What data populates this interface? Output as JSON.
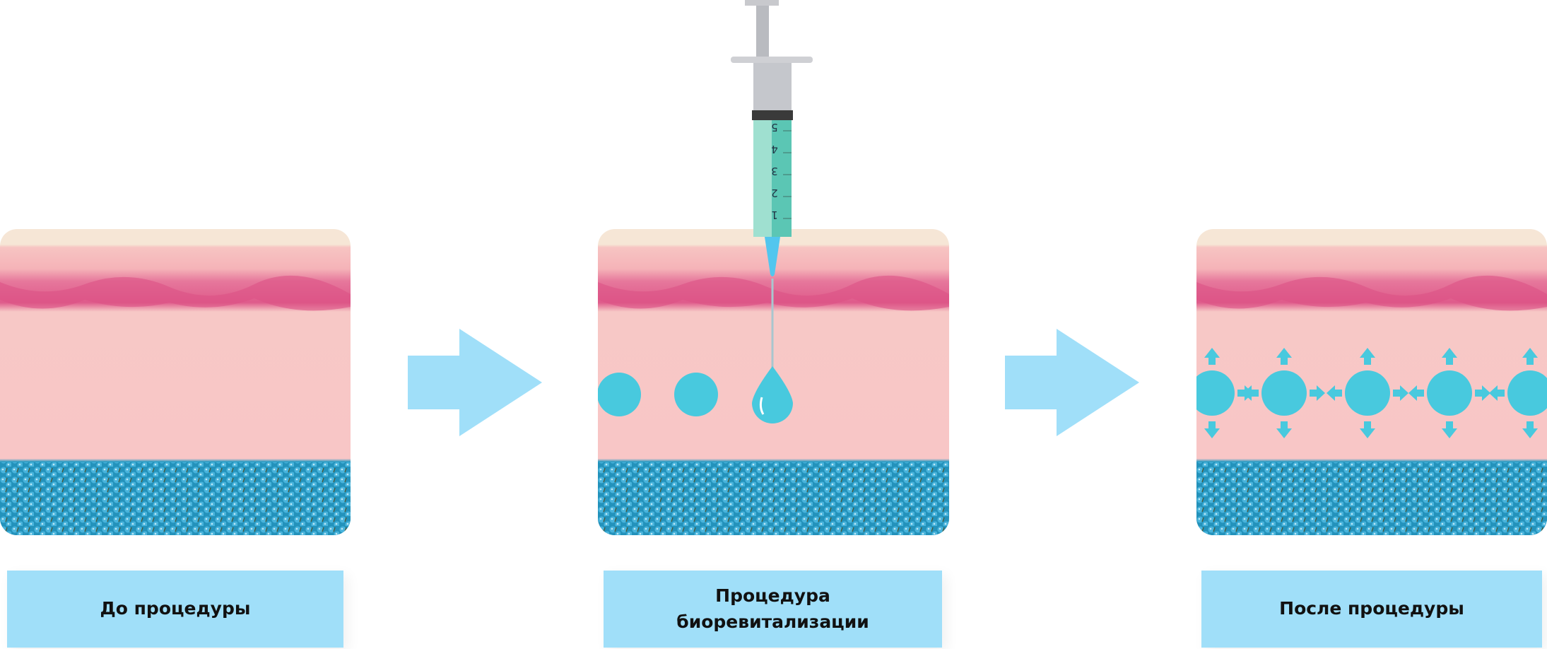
{
  "stages": [
    {
      "label": "До процедуры"
    },
    {
      "label": "Процедура биоревитализации"
    },
    {
      "label": "После процедуры"
    }
  ],
  "syringe": {
    "scale_marks": [
      "1",
      "2",
      "3",
      "4",
      "5"
    ]
  },
  "colors": {
    "label_bg": "#a0dff9",
    "arrow": "#a0dff9",
    "hyaluronic": "#48c9de",
    "epidermis": "#e2648f",
    "dermis": "#f9c9c9",
    "fat": "#2a9cc4"
  }
}
